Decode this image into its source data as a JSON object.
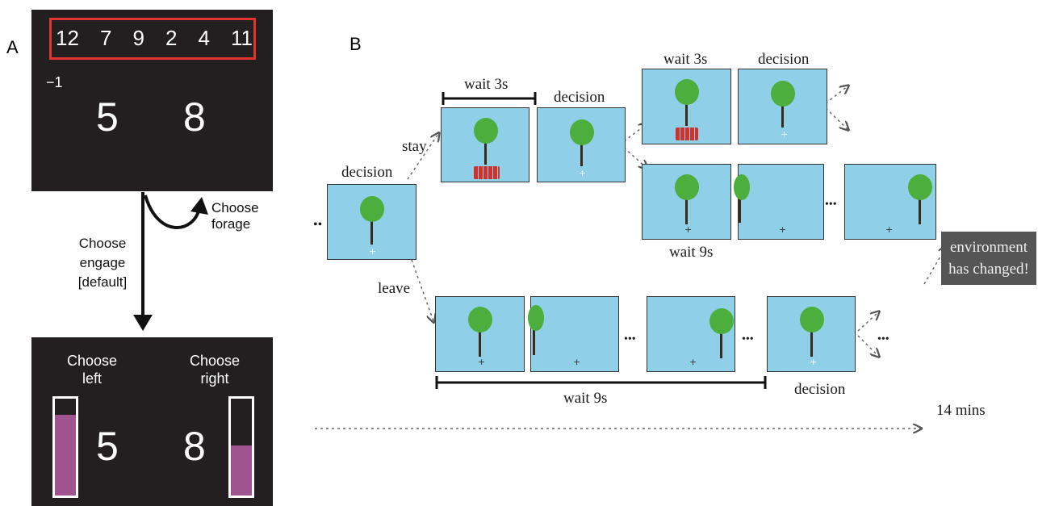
{
  "panel_a": {
    "label": "A",
    "sequence": [
      "12",
      "7",
      "9",
      "2",
      "4",
      "11"
    ],
    "penalty": "−1",
    "top_left_value": "5",
    "top_right_value": "8",
    "forage_label_line1": "Choose",
    "forage_label_line2": "forage",
    "engage_label_line1": "Choose",
    "engage_label_line2": "engage",
    "engage_label_line3": "[default]",
    "left_choice_line1": "Choose",
    "left_choice_line2": "left",
    "right_choice_line1": "Choose",
    "right_choice_line2": "right",
    "bottom_left_value": "5",
    "bottom_right_value": "8",
    "left_bar_fill": 0.83,
    "right_bar_fill": 0.52,
    "bar_color": "#a0548f",
    "frame_color": "#e3342f"
  },
  "panel_b": {
    "label": "B",
    "start_dots": "••",
    "decision": "decision",
    "stay": "stay",
    "leave": "leave",
    "wait_3s": "wait 3s",
    "wait_9s": "wait 9s",
    "ellipsis": "•••",
    "environment_line1": "environment",
    "environment_line2": "has changed!",
    "duration": "14 mins",
    "screen_color": "#8fd0e8",
    "tree_color": "#4cae3c",
    "apple_color": "#d0312d"
  }
}
